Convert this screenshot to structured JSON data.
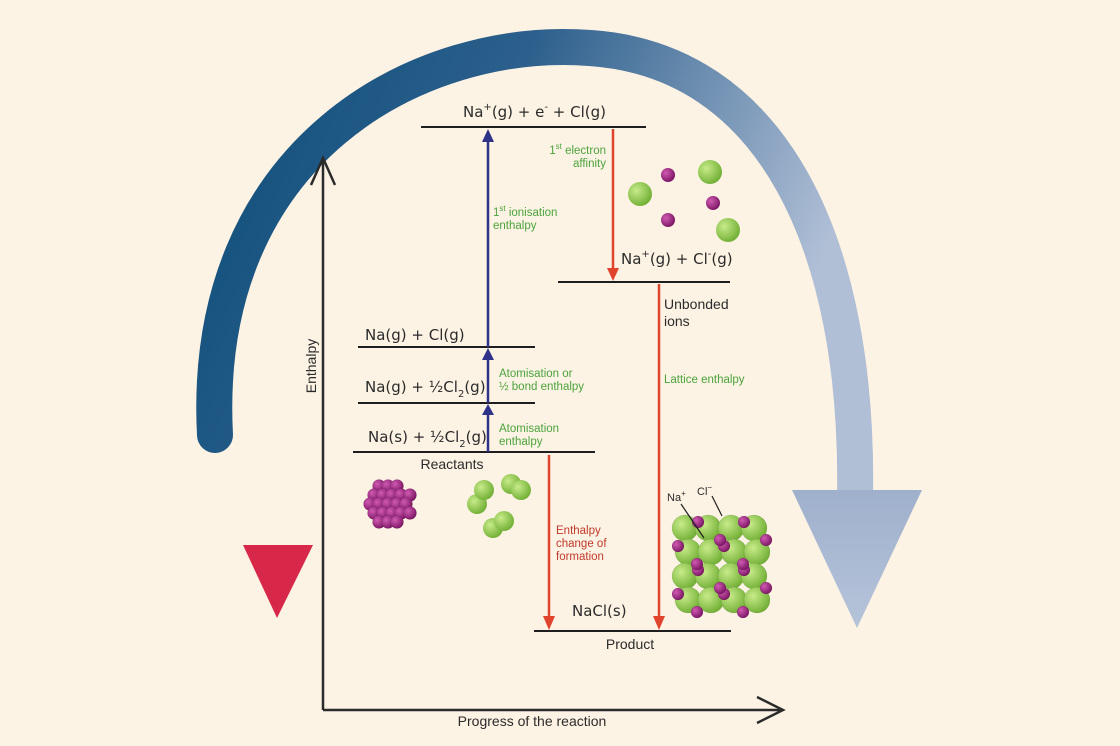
{
  "axes": {
    "y_label": "Enthalpy",
    "x_label": "Progress of the reaction"
  },
  "levels": {
    "ionised_atoms": {
      "a": "Na",
      "a_sup": "+",
      "b": "(g)  +  e",
      "b_sup": "-",
      "c": "  +  Cl(g)"
    },
    "ions": {
      "a": "Na",
      "a_sup": "+",
      "b": "(g)  +  Cl",
      "b_sup": "-",
      "c": "(g)"
    },
    "gas_atoms": "Na(g)  +  Cl(g)",
    "atomised_na": {
      "a": "Na(g)  +  ",
      "half": "½",
      "b": "Cl",
      "sub": "2",
      "c": "(g)"
    },
    "reactants_formula": {
      "a": "Na(s)  +  ",
      "half": "½",
      "b": "Cl",
      "sub": "2",
      "c": "(g)"
    },
    "reactants_label": "Reactants",
    "product_formula": "NaCl(s)",
    "product_label": "Product",
    "unbonded_line1": "Unbonded",
    "unbonded_line2": "ions"
  },
  "steps": {
    "atomisation_1": {
      "line1": "Atomisation",
      "line2": "enthalpy"
    },
    "atomisation_2": {
      "line1": "Atomisation or",
      "line2": "½ bond enthalpy"
    },
    "ionisation": {
      "line1_sup": "st",
      "line1_pre": "1",
      "line1_post": " ionisation",
      "line2": "enthalpy"
    },
    "electron_affinity": {
      "line1_pre": "1",
      "line1_sup": "st",
      "line1_post": " electron",
      "line2": "affinity"
    },
    "lattice": "Lattice enthalpy",
    "formation": {
      "line1": "Enthalpy",
      "line2": "change of",
      "line3": "formation"
    }
  },
  "lattice_labels": {
    "na": {
      "text": "Na",
      "sup": "+"
    },
    "cl": {
      "text": "Cl",
      "sup": "−"
    }
  },
  "colors": {
    "background": "#fdf3e4",
    "blue_arrow": "#2e3288",
    "red_arrow": "#e0442c",
    "green_text": "#4aa33b",
    "red_text": "#c0392b",
    "sodium": "#9a1f7c",
    "chlorine": "#8ccc4a",
    "big_arc_start": "#0f4f7a",
    "big_arc_end": "#b0bfd6",
    "down_arrow_start": "#f3b7a6",
    "down_arrow_end": "#d21f3c"
  }
}
